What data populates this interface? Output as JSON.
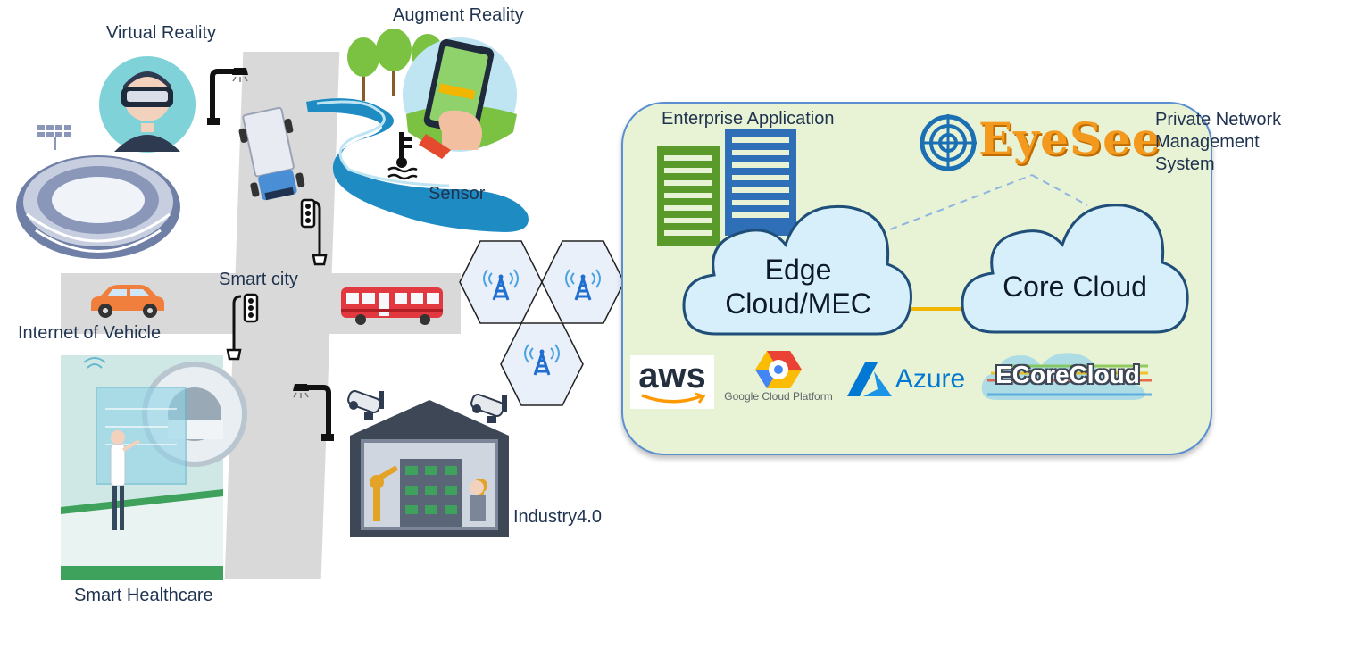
{
  "labels": {
    "virtual_reality": "Virtual Reality",
    "augment_reality": "Augment Reality",
    "sensor": "Sensor",
    "smart_city": "Smart city",
    "internet_of_vehicle": "Internet of Vehicle",
    "smart_healthcare": "Smart Healthcare",
    "industry": "Industry4.0",
    "enterprise_application": "Enterprise Application",
    "private_network_line1": "Private Network",
    "private_network_line2": "Management",
    "private_network_line3": "System"
  },
  "clouds": {
    "edge_line1": "Edge",
    "edge_line2": "Cloud/MEC",
    "core": "Core Cloud"
  },
  "brands": {
    "eyesee": "EyeSee",
    "aws": "aws",
    "google": "Google Cloud Platform",
    "azure": "Azure",
    "ecorecloud": "ECoreCloud"
  },
  "colors": {
    "panel_bg": "#e8f2d5",
    "panel_border": "#5b8fd1",
    "cloud_fill": "#d6effa",
    "cloud_stroke": "#1f4e79",
    "antenna": "#1f6fd1",
    "link_red": "#c00000",
    "link_yellow": "#f2b600"
  },
  "icons": [
    "stadium-icon",
    "vr-headset-icon",
    "ar-phone-icon",
    "water-sensor-icon",
    "truck-icon",
    "car-icon",
    "bus-icon",
    "traffic-light-icon",
    "street-lamp-icon",
    "factory-icon",
    "cctv-camera-icon",
    "mri-scanner-icon",
    "antenna-icon",
    "building-icon",
    "cloud-icon"
  ]
}
